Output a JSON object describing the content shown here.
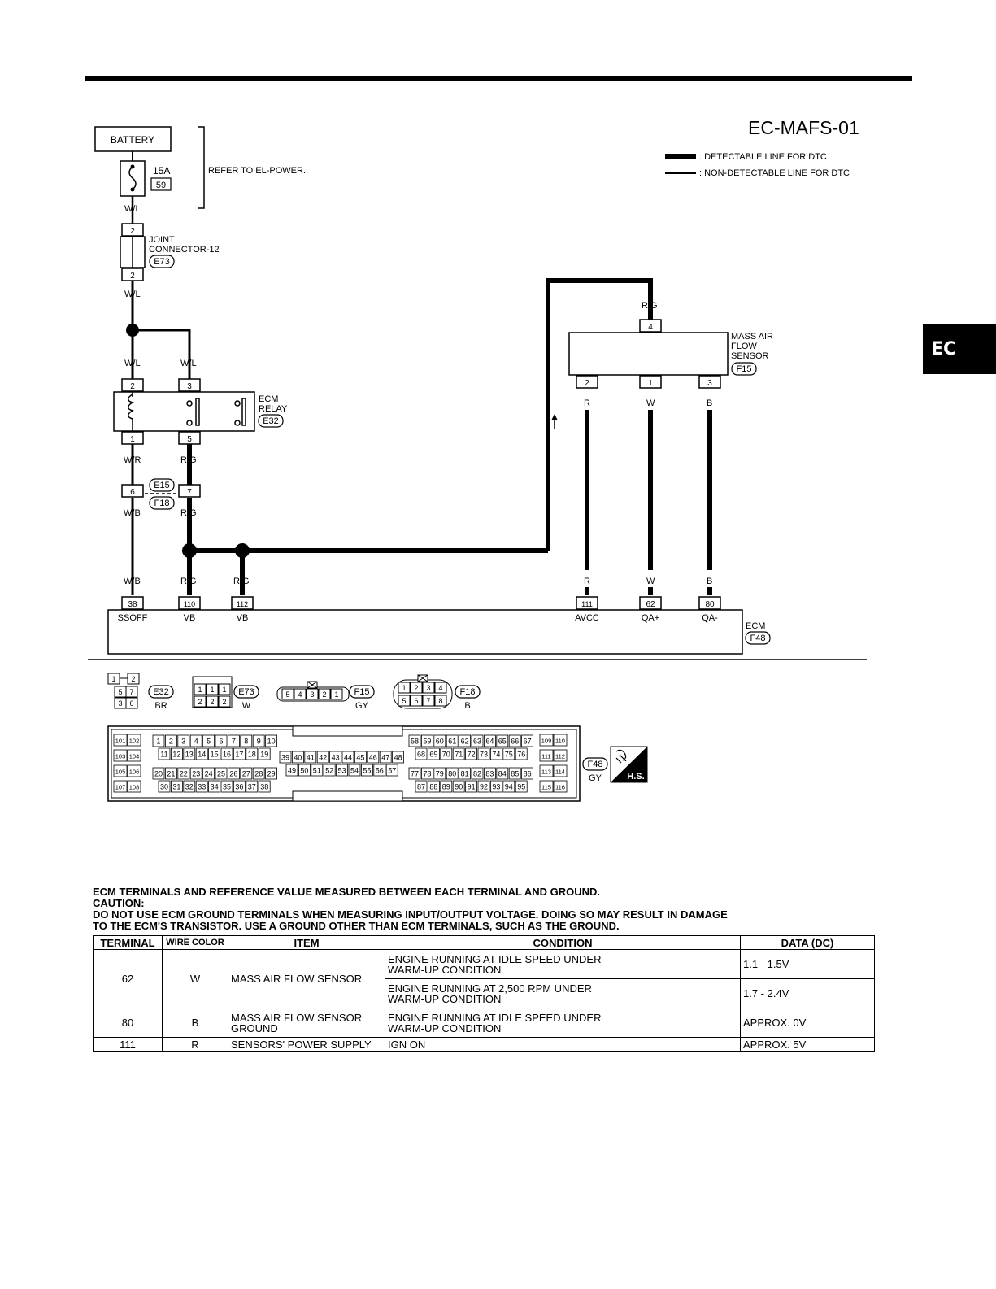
{
  "title": "EC-MAFS-01",
  "tab": "EC",
  "legend": {
    "detectable": ": DETECTABLE LINE FOR DTC",
    "non_detectable": ": NON-DETECTABLE LINE FOR DTC"
  },
  "battery": "BATTERY",
  "fuse": {
    "rating": "15A",
    "number": "59"
  },
  "refer": "REFER TO EL-POWER.",
  "joint_connector": {
    "line1": "JOINT",
    "line2": "CONNECTOR-12",
    "id": "E73",
    "pin_top": "2",
    "pin_bottom": "2"
  },
  "ecm_relay": {
    "line1": "ECM",
    "line2": "RELAY",
    "id": "E32",
    "pins": [
      "2",
      "3",
      "1",
      "5"
    ]
  },
  "inline_connector": {
    "id_top": "E15",
    "id_bottom": "F18",
    "pins": [
      "6",
      "7"
    ]
  },
  "maf_sensor": {
    "line1": "MASS AIR",
    "line2": "FLOW",
    "line3": "SENSOR",
    "id": "F15",
    "pin_top": "4",
    "pins_bottom": [
      "2",
      "1",
      "3"
    ]
  },
  "wires": {
    "wl": "W/L",
    "wr": "W/R",
    "wb": "W/B",
    "rg": "R/G",
    "r": "R",
    "w": "W",
    "b": "B"
  },
  "ecm": {
    "label": "ECM",
    "id": "F48",
    "terminals": [
      {
        "pin": "38",
        "name": "SSOFF"
      },
      {
        "pin": "110",
        "name": "VB"
      },
      {
        "pin": "112",
        "name": "VB"
      },
      {
        "pin": "111",
        "name": "AVCC"
      },
      {
        "pin": "62",
        "name": "QA+"
      },
      {
        "pin": "80",
        "name": "QA-"
      }
    ]
  },
  "connector_views": [
    {
      "id": "E32",
      "color": "BR"
    },
    {
      "id": "E73",
      "color": "W"
    },
    {
      "id": "F15",
      "color": "GY"
    },
    {
      "id": "F18",
      "color": "B"
    },
    {
      "id": "F48",
      "color": "GY"
    }
  ],
  "hs_label": "H.S.",
  "notes": [
    "ECM TERMINALS AND REFERENCE VALUE MEASURED BETWEEN EACH TERMINAL AND GROUND.",
    "CAUTION:",
    "DO NOT USE ECM GROUND TERMINALS WHEN MEASURING INPUT/OUTPUT VOLTAGE. DOING SO MAY RESULT IN DAMAGE",
    "TO THE ECM'S TRANSISTOR. USE A GROUND OTHER THAN ECM TERMINALS, SUCH AS THE GROUND."
  ],
  "table": {
    "headers": [
      "TERMINAL",
      "WIRE COLOR",
      "ITEM",
      "CONDITION",
      "DATA (DC)"
    ],
    "rows": [
      {
        "terminal": "62",
        "wire": "W",
        "item": "MASS AIR FLOW SENSOR",
        "conditions": [
          {
            "l1": "ENGINE RUNNING AT IDLE SPEED UNDER",
            "l2": "WARM-UP CONDITION",
            "data": "1.1 - 1.5V"
          },
          {
            "l1": "ENGINE RUNNING AT 2,500 RPM UNDER",
            "l2": "WARM-UP CONDITION",
            "data": "1.7 - 2.4V"
          }
        ]
      },
      {
        "terminal": "80",
        "wire": "B",
        "item_l1": "MASS AIR FLOW SENSOR",
        "item_l2": "GROUND",
        "cond_l1": "ENGINE RUNNING AT IDLE SPEED UNDER",
        "cond_l2": "WARM-UP CONDITION",
        "data": "APPROX. 0V"
      },
      {
        "terminal": "111",
        "wire": "R",
        "item": "SENSORS' POWER SUPPLY",
        "cond": "IGN ON",
        "data": "APPROX. 5V"
      }
    ]
  }
}
